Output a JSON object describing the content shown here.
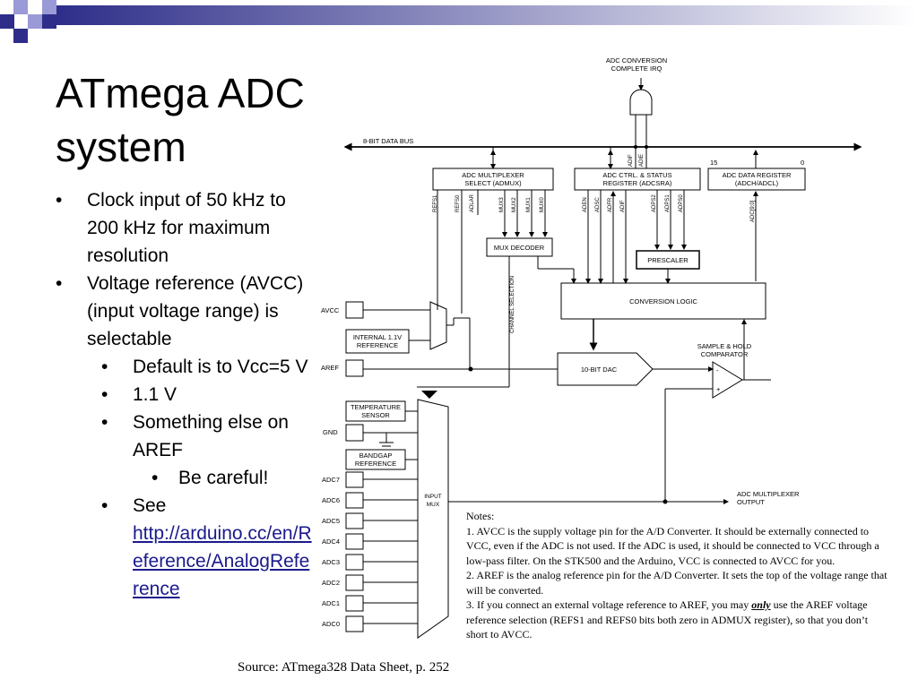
{
  "slide": {
    "title_line1": "ATmega ADC",
    "title_line2": "system"
  },
  "bullets": {
    "b1": "Clock input of 50 kHz to 200 kHz for maximum resolution",
    "b2": "Voltage reference (AVCC) (input voltage range) is selectable",
    "b2a": "Default is to Vcc=5 V",
    "b2b": "1.1 V",
    "b2c": "Something else on AREF",
    "b2c1": "Be careful!",
    "b3_prefix": "See",
    "b3_link": "http://arduino.cc/en/Reference/AnalogReference",
    "bullet_glyph": "•"
  },
  "diagram": {
    "irq_label_1": "ADC CONVERSION",
    "irq_label_2": "COMPLETE IRQ",
    "data_bus": "8-BIT DATA BUS",
    "admux_1": "ADC MULTIPLEXER",
    "admux_2": "SELECT (ADMUX)",
    "adcsra_1": "ADC CTRL. & STATUS",
    "adcsra_2": "REGISTER (ADCSRA)",
    "adcdr_1": "ADC DATA REGISTER",
    "adcdr_2": "(ADCH/ADCL)",
    "bit15": "15",
    "bit0": "0",
    "adif": "ADIF",
    "adie": "ADIE",
    "refs1": "REFS1",
    "refs0": "REFS0",
    "adlar": "ADLAR",
    "mux3": "MUX3",
    "mux2": "MUX2",
    "mux1": "MUX1",
    "mux0": "MUX0",
    "aden": "ADEN",
    "adsc": "ADSC",
    "adfr": "ADFR",
    "adif2": "ADIF",
    "adps2": "ADPS2",
    "adps1": "ADPS1",
    "adps0": "ADPS0",
    "adc_bits": "ADC[9:0]",
    "mux_decoder": "MUX DECODER",
    "prescaler": "PRESCALER",
    "conversion_logic": "CONVERSION LOGIC",
    "channel_selection": "CHANNEL SELECTION",
    "avcc": "AVCC",
    "internal_ref_1": "INTERNAL 1.1V",
    "internal_ref_2": "REFERENCE",
    "aref": "AREF",
    "dac": "10-BIT DAC",
    "sh_1": "SAMPLE & HOLD",
    "sh_2": "COMPARATOR",
    "temp_1": "TEMPERATURE",
    "temp_2": "SENSOR",
    "gnd": "GND",
    "bandgap_1": "BANDGAP",
    "bandgap_2": "REFERENCE",
    "input_mux_1": "INPUT",
    "input_mux_2": "MUX",
    "mux_out_1": "ADC MULTIPLEXER",
    "mux_out_2": "OUTPUT",
    "minus": "-",
    "plus": "+",
    "adc_pins": [
      "ADC7",
      "ADC6",
      "ADC5",
      "ADC4",
      "ADC3",
      "ADC2",
      "ADC1",
      "ADC0"
    ]
  },
  "notes": {
    "heading": "Notes:",
    "n1": "1.    AVCC is the supply voltage pin for the A/D Converter. It should be externally connected to VCC, even if the ADC is not used. If the ADC is used, it should be connected to VCC through a low-pass filter. On the STK500 and the Arduino, VCC is connected to AVCC for you.",
    "n2": "2.    AREF is the analog reference pin for the A/D Converter. It sets the top of the voltage range that will be converted.",
    "n3_a": "3.    If you connect an external voltage reference to AREF, you may ",
    "n3_em": "only",
    "n3_b": " use the AREF voltage reference selection (REFS1 and REFS0 bits both zero in ADMUX register), so that you don’t short to AVCC."
  },
  "source": "Source: ATmega328 Data Sheet, p. 252",
  "colors": {
    "navy": "#2e2e8a",
    "periwinkle": "#9a9ad6",
    "link": "#1a1a8c"
  }
}
